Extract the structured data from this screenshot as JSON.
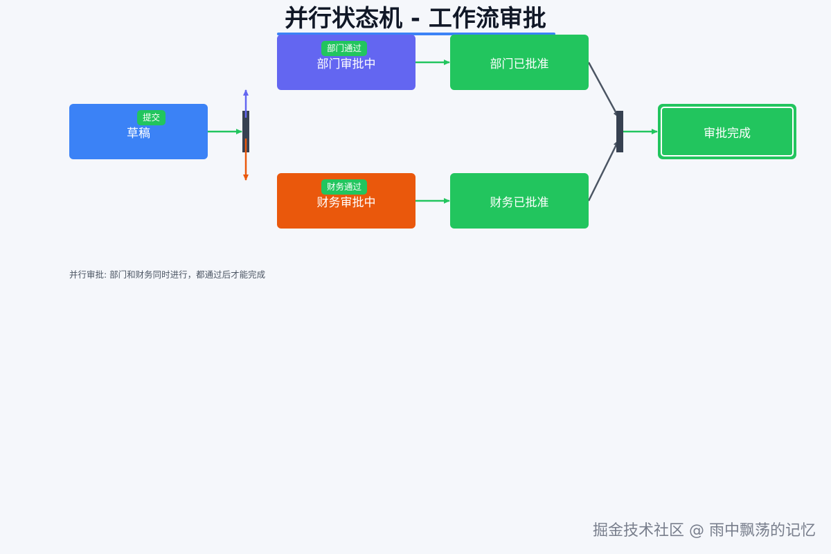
{
  "title": "并行状态机 - 工作流审批",
  "nodes": {
    "draft": "草稿",
    "dept_pending": "部门审批中",
    "fin_pending": "财务审批中",
    "dept_approved": "部门已批准",
    "fin_approved": "财务已批准",
    "complete": "审批完成"
  },
  "transitions": {
    "submit": "提交",
    "dept_pass": "部门通过",
    "fin_pass": "财务通过"
  },
  "note": "并行审批: 部门和财务同时进行，都通过后才能完成",
  "watermark": "掘金技术社区 @ 雨中飘荡的记忆",
  "colors": {
    "background": "#f5f7fb",
    "draft": "#3b82f6",
    "dept_pending": "#6366f1",
    "fin_pending": "#ea580c",
    "approved": "#22c55e",
    "fork_join_bar": "#374151",
    "join_edge": "#4b5563"
  }
}
